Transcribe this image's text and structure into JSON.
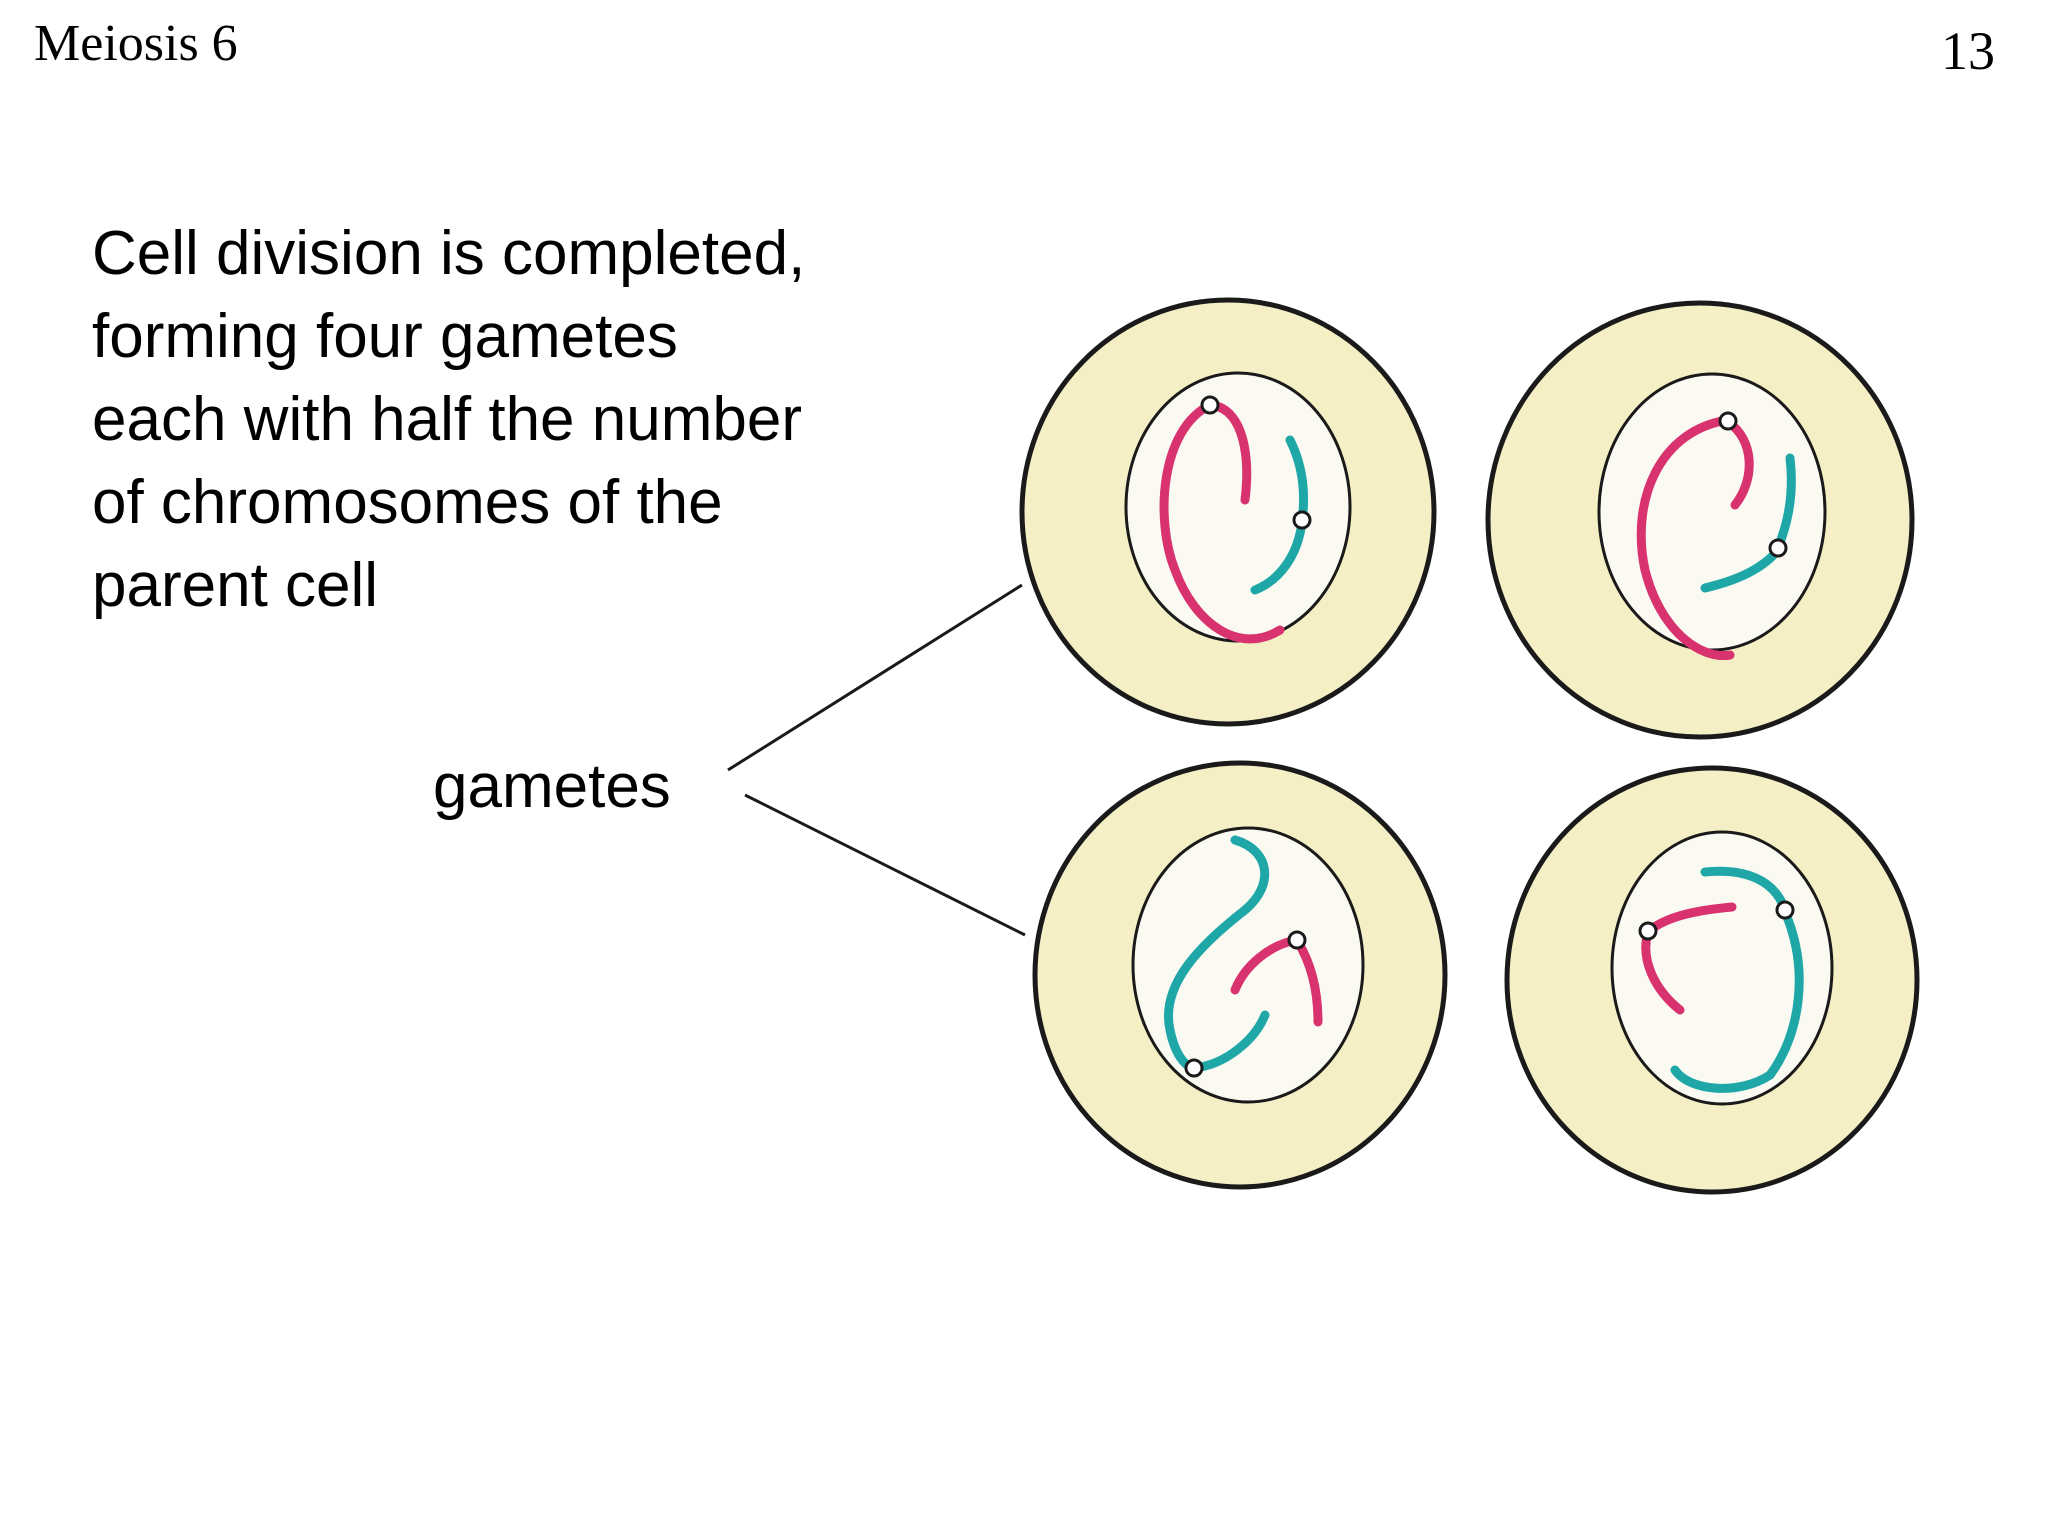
{
  "header": {
    "title": "Meiosis 6",
    "page_number": "13"
  },
  "body": {
    "lines": [
      "Cell division is completed,",
      "forming four gametes",
      "each with half the number",
      "of chromosomes of the",
      "parent cell"
    ]
  },
  "diagram": {
    "label": "gametes",
    "colors": {
      "cytoplasm": "#f5efc5",
      "nucleus": "#fbfaf2",
      "outline": "#1a1a1a",
      "chromosome_red": "#d8336f",
      "chromosome_teal": "#1fa7a8"
    }
  }
}
